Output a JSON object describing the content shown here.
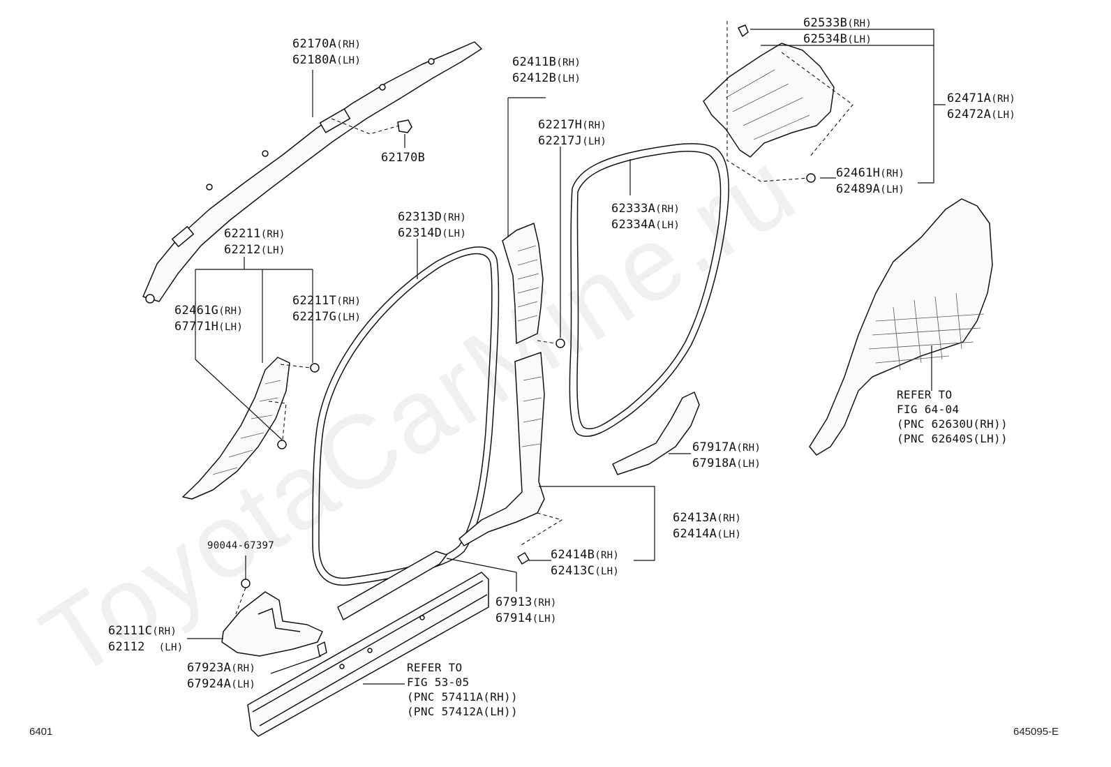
{
  "watermark": "ToyotaCarMine.ru",
  "footer": {
    "left": "6401",
    "right": "645095-E"
  },
  "callouts": {
    "c62170A": {
      "l1": "62170A",
      "s1": "(RH)",
      "l2": "62180A",
      "s2": "(LH)"
    },
    "c62170B": {
      "l1": "62170B"
    },
    "c62411B": {
      "l1": "62411B",
      "s1": "(RH)",
      "l2": "62412B",
      "s2": "(LH)"
    },
    "c62217H": {
      "l1": "62217H",
      "s1": "(RH)",
      "l2": "62217J",
      "s2": "(LH)"
    },
    "c62533B": {
      "l1": "62533B",
      "s1": "(RH)",
      "l2": "62534B",
      "s2": "(LH)"
    },
    "c62471A": {
      "l1": "62471A",
      "s1": "(RH)",
      "l2": "62472A",
      "s2": "(LH)"
    },
    "c62461H": {
      "l1": "62461H",
      "s1": "(RH)",
      "l2": "62489A",
      "s2": "(LH)"
    },
    "c62333A": {
      "l1": "62333A",
      "s1": "(RH)",
      "l2": "62334A",
      "s2": "(LH)"
    },
    "c62313D": {
      "l1": "62313D",
      "s1": "(RH)",
      "l2": "62314D",
      "s2": "(LH)"
    },
    "c62211": {
      "l1": "62211",
      "s1": "(RH)",
      "l2": "62212",
      "s2": "(LH)"
    },
    "c62461G": {
      "l1": "62461G",
      "s1": "(RH)",
      "l2": "67771H",
      "s2": "(LH)"
    },
    "c62211T": {
      "l1": "62211T",
      "s1": "(RH)",
      "l2": "62217G",
      "s2": "(LH)"
    },
    "c67917A": {
      "l1": "67917A",
      "s1": "(RH)",
      "l2": "67918A",
      "s2": "(LH)"
    },
    "c62413A": {
      "l1": "62413A",
      "s1": "(RH)",
      "l2": "62414A",
      "s2": "(LH)"
    },
    "c62414B": {
      "l1": "62414B",
      "s1": "(RH)",
      "l2": "62413C",
      "s2": "(LH)"
    },
    "c90044": {
      "l1": "90044-67397"
    },
    "c67913": {
      "l1": "67913",
      "s1": "(RH)",
      "l2": "67914",
      "s2": "(LH)"
    },
    "c62111C": {
      "l1": "62111C",
      "s1": "(RH)",
      "l2": "62112",
      "s2": "(LH)"
    },
    "c67923A": {
      "l1": "67923A",
      "s1": "(RH)",
      "l2": "67924A",
      "s2": "(LH)"
    }
  },
  "refs": {
    "fig6404": {
      "l1": "REFER TO",
      "l2": "FIG 64-04",
      "l3": "(PNC 62630U(RH))",
      "l4": "(PNC 62640S(LH))"
    },
    "fig5305": {
      "l1": "REFER TO",
      "l2": "FIG 53-05",
      "l3": "(PNC 57411A(RH))",
      "l4": "(PNC 57412A(LH))"
    }
  }
}
